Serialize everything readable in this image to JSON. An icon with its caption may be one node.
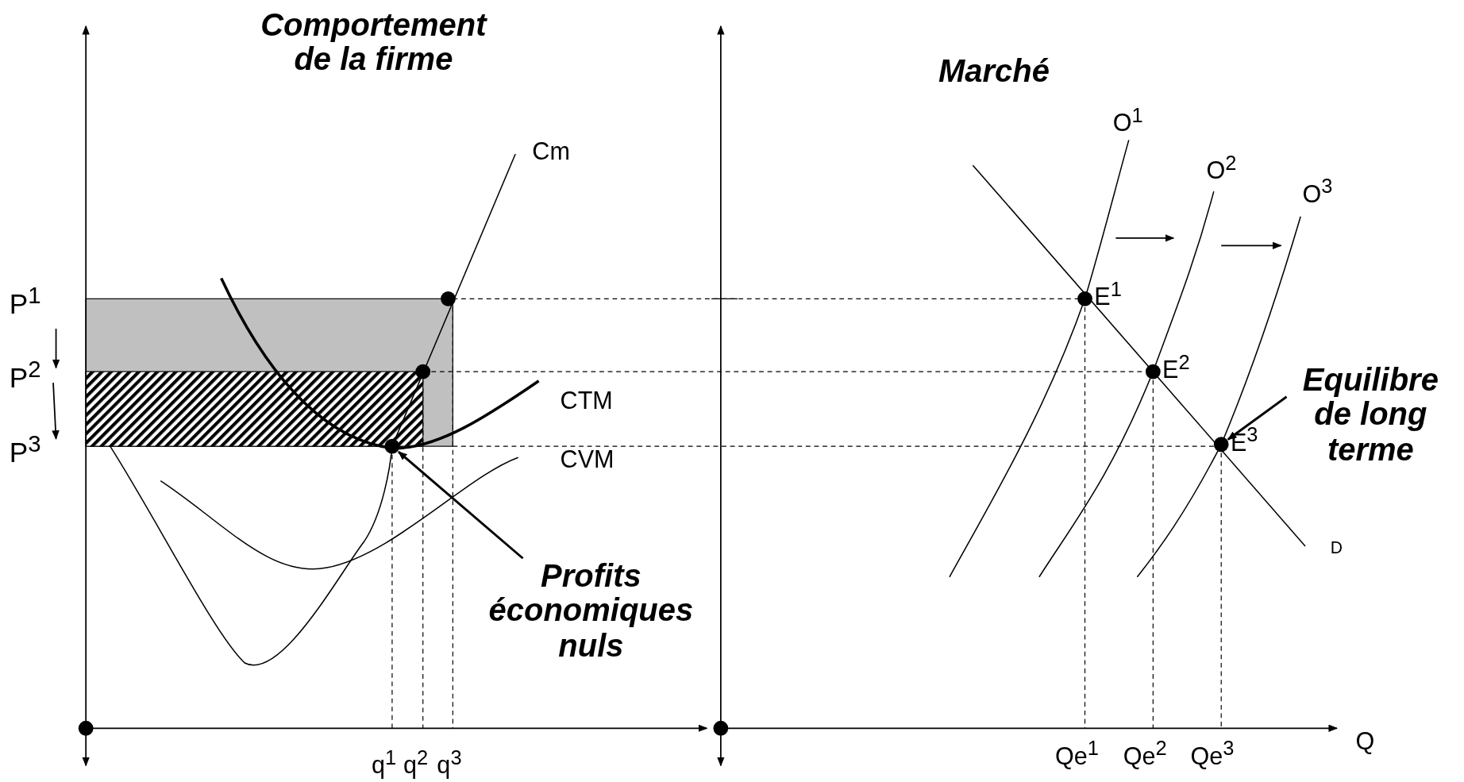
{
  "diagram": {
    "nodes": [
      {
        "text": [
          "Profits économiques nuls"
        ]
      },
      {
        "text": [],
        "shape": "circle"
      },
      {
        "text": [
          "Equilibre de long terme"
        ]
      },
      {
        "text": [],
        "shape": "circle",
        "beside": [
          "E$^{3}$"
        ]
      },
      {
        "text": [],
        "shape": "circle"
      },
      {
        "text": [],
        "shape": "circle"
      },
      {
        "text": [],
        "shape": "circle"
      },
      {
        "text": [],
        "shape": "circle",
        "beside": [
          "E$^{1}$"
        ]
      },
      {
        "text": [],
        "shape": "circle",
        "beside": [
          "E$^{2}$"
        ]
      },
      {
        "text": [],
        "shape": "circle"
      }
    ],
    "edges": [
      {
        "from": 0,
        "to": 1,
        "arrow": "to"
      },
      {
        "from": 2,
        "to": 3,
        "arrow": "to"
      }
    ],
    "labels": [
      "Comportement de la firme",
      "Marché",
      "Cm",
      "O$^{1}$",
      "O$^{2}$",
      "O$^{3}$",
      "P$^{1}$",
      "P$^{2}$",
      "CTM",
      "P$^{3}$",
      "CVM",
      "D",
      "Q",
      "q$^{1}$",
      "q$^{2}$",
      "q$^{3}$",
      "Qe$^{1}$",
      "Qe$^{2}$",
      "Qe$^{3}$"
    ]
  }
}
